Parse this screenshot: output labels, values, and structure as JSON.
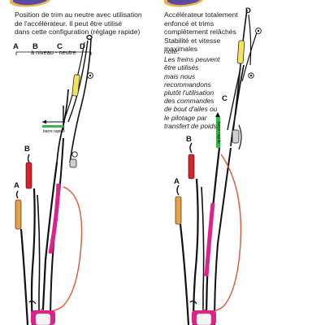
{
  "left_panel": {
    "caption": "Position de trim au neutre avec utilisation\nde l'accélérateur. Il peut être utilisé\ndans cette configuration (réglage rapide)",
    "riser_labels": [
      "A",
      "B",
      "C",
      "D"
    ],
    "level_label": "à niveau - neutre",
    "speed_bar_tag": "barre rapide"
  },
  "right_panel": {
    "caption": "Accélérateur totalement\nenfoncé et trims\ncomplètement relâchés\nStabilité et vitesse\nmaximales",
    "note": "note:\nLes freins peuvent\nêtre utilisés\nmais nous\nrecommandons\nplutôt l'utilisation\ndes commandes\nde bout d'ailes ou\nle pilotage par\ntransfert de poids.",
    "riser_labels": [
      "A",
      "B",
      "C",
      "D"
    ],
    "speed_bar_tag": "barre rapide"
  },
  "colors": {
    "orange_riser": "#e8a040",
    "red_riser": "#d8232a",
    "yellow_riser": "#f3e35a",
    "magenta_riser": "#e0208c",
    "brake_line": "#e8502c",
    "speed_bar": "#3ab54a",
    "logo_purple": "#5b4aa0"
  }
}
